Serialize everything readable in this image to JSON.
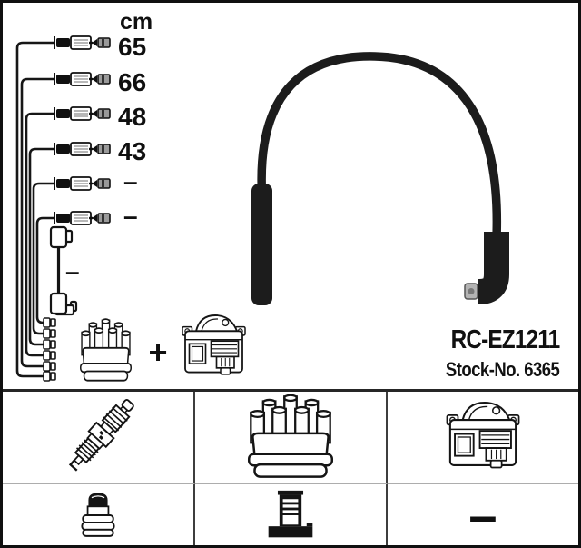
{
  "product": {
    "code": "RC-EZ1211",
    "stock_label": "Stock-No. 6365"
  },
  "schematic": {
    "unit": "cm",
    "wires": [
      {
        "length": "65"
      },
      {
        "length": "66"
      },
      {
        "length": "48"
      },
      {
        "length": "43"
      },
      {
        "length": "–"
      },
      {
        "length": "–"
      }
    ],
    "coil_wire_length": "–",
    "plus_sign": "+"
  },
  "kit_table": {
    "row1_icons": [
      "spark-plug",
      "distributor-cap",
      "ignition-coil"
    ],
    "row2_icons": [
      "terminal-nut",
      "terminal-post"
    ],
    "no_part_dash": "–"
  },
  "colors": {
    "line_art": "#161616",
    "cable": "#1c1c1c",
    "background": "#ffffff"
  }
}
